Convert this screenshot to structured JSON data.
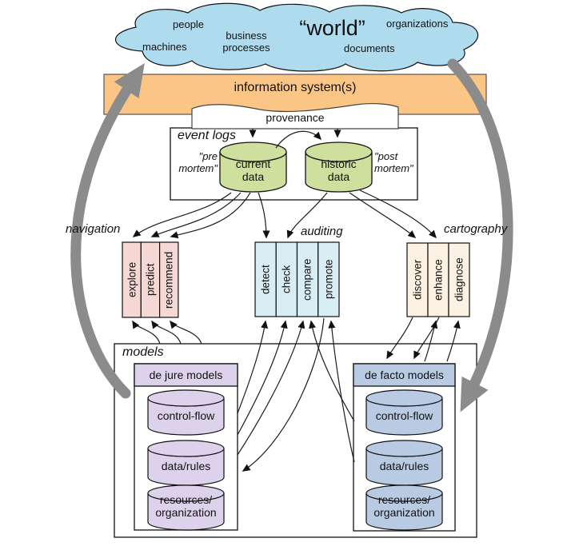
{
  "cloud": {
    "world": "“world”",
    "people": "people",
    "machines": "machines",
    "business_processes": "business\nprocesses",
    "organizations": "organizations",
    "documents": "documents"
  },
  "information_system": {
    "label": "information system(s)"
  },
  "provenance": {
    "label": "provenance"
  },
  "event_logs": {
    "title": "event logs",
    "pre_mortem": "\"pre\nmortem\"",
    "post_mortem": "\"post\nmortem\"",
    "current_data": "current\ndata",
    "historic_data": "historic\ndata"
  },
  "activities": {
    "navigation": {
      "label": "navigation",
      "items": [
        "explore",
        "predict",
        "recommend"
      ]
    },
    "auditing": {
      "label": "auditing",
      "items": [
        "detect",
        "check",
        "compare",
        "promote"
      ]
    },
    "cartography": {
      "label": "cartography",
      "items": [
        "discover",
        "enhance",
        "diagnose"
      ]
    }
  },
  "models": {
    "title": "models",
    "de_jure": {
      "header": "de jure models",
      "cylinders": [
        "control-flow",
        "data/rules",
        "resources/\norganization"
      ]
    },
    "de_facto": {
      "header": "de facto models",
      "cylinders": [
        "control-flow",
        "data/rules",
        "resources/\norganization"
      ]
    }
  },
  "colors": {
    "cloud": "#AEDCEE",
    "information_system": "#FBC585",
    "event_log_cylinder": "#CFDF9D",
    "navigation_box": "#F5D8D4",
    "auditing_box": "#D9EDF5",
    "cartography_box": "#FCF1E3",
    "de_jure": "#DCD2EB",
    "de_facto": "#B8CBE2",
    "big_arrow": "#8B8B8B",
    "box_white": "#FFFFFF"
  }
}
